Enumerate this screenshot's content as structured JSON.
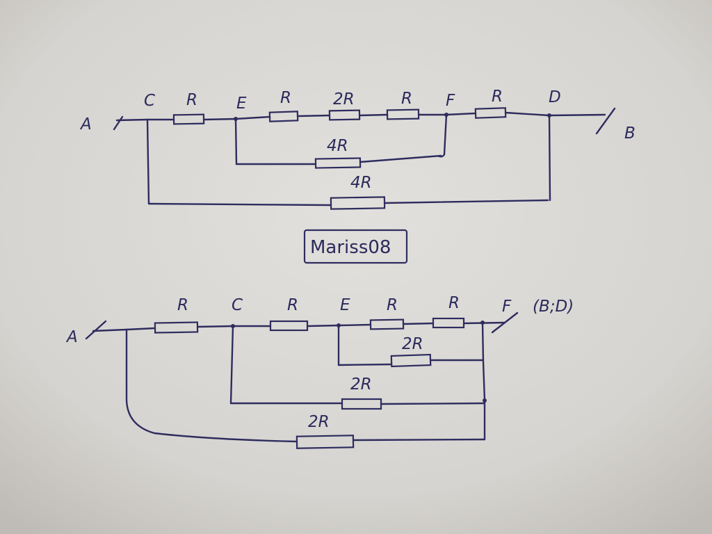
{
  "colors": {
    "paper": "#d2d0cc",
    "ink": "#2e2c5e"
  },
  "circuit1": {
    "nodes": {
      "a": "A",
      "c": "C",
      "e": "E",
      "f": "F",
      "d": "D",
      "b": "B"
    },
    "resistors": {
      "ce": "R",
      "e1": "R",
      "e2": "2R",
      "e3": "R",
      "fd": "R",
      "ef_parallel": "4R",
      "cd_parallel": "4R"
    }
  },
  "watermark": {
    "text": "Mariss08"
  },
  "circuit2": {
    "nodes": {
      "a": "A",
      "c": "C",
      "e": "E",
      "f": "F",
      "f_note": "(B;D)"
    },
    "resistors": {
      "top1": "R",
      "top2": "R",
      "top3": "R",
      "top4": "R",
      "ef_parallel": "2R",
      "cf_parallel": "2R",
      "af_parallel": "2R"
    }
  }
}
